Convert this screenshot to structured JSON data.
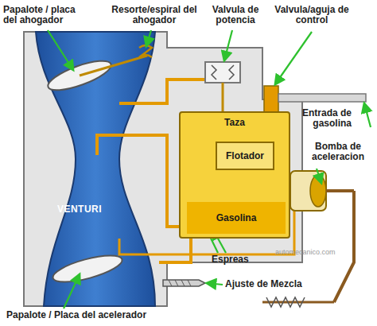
{
  "diagram": {
    "nodes": [
      {
        "text": [
          "VENTURI"
        ]
      },
      {
        "text": [
          "Taza"
        ]
      },
      {
        "text": [
          "Flotador"
        ],
        "in": 1
      },
      {
        "text": [
          "Gasolina"
        ],
        "in": 1
      }
    ],
    "labels": [
      "Papalote / placa del ahogador",
      "Resorte/espiral del ahogador",
      "Valvula de potencia",
      "Valvula/aguja de control",
      "Entrada de gasolina",
      "Bomba de aceleracion",
      "automecanico.com",
      "Espreas",
      "Ajuste de Mezcla",
      "Papalote / Placa del acelerador"
    ]
  }
}
